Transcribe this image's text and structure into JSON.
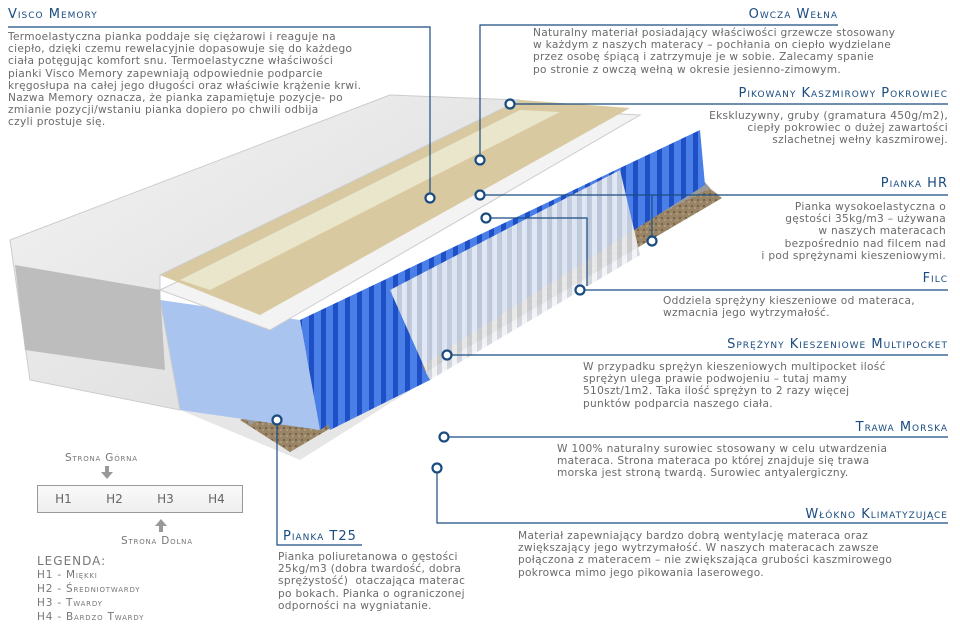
{
  "sections": {
    "visco": {
      "title": "Visco Memory",
      "text": "Termoelastyczna pianka poddaje się ciężarowi i reaguje na\nciepło, dzięki czemu rewelacyjnie dopasowuje się do każdego\nciała potęgując komfort snu. Termoelastyczne właściwości\npianki Visco Memory zapewniają odpowiednie podparcie\nkręgosłupa na całej jego długości oraz właściwie krążenie krwi.\nNazwa Memory oznacza, że pianka zapamiętuje pozycje- po\nzmianie pozycji/wstaniu pianka dopiero po chwili odbija\nczyli prostuje się."
    },
    "owcza": {
      "title": "Owcza Wełna",
      "text": "Naturalny materiał posiadający właściwości grzewcze stosowany\nw każdym z naszych materacy – pochłania on ciepło wydzielane\nprzez osobę śpiącą i zatrzymuje je w sobie. Zalecamy spanie\npo stronie z owczą wełną w okresie jesienno-zimowym."
    },
    "pokrowiec": {
      "title": "Pikowany Kaszmirowy Pokrowiec",
      "text": "Ekskluzywny, gruby (gramatura 450g/m2),\nciepły pokrowiec o dużej zawartości\nszlachetnej wełny kaszmirowej."
    },
    "hr": {
      "title": "Pianka HR",
      "text": "Pianka wysokoelastyczna o\ngęstości 35kg/m3 – używana\nw naszych materacach\nbezpośrednio nad filcem nad\ni pod sprężynami kieszeniowymi."
    },
    "filc": {
      "title": "Filc",
      "text": "Oddziela sprężyny kieszeniowe od materaca,\nwzmacnia jego wytrzymałość."
    },
    "sprezyny": {
      "title": "Sprężyny Kieszeniowe Multipocket",
      "text": "W przypadku sprężyn kieszeniowych multipocket ilość\nsprężyn ulega prawie podwojeniu – tutaj mamy\n510szt/1m2. Taka ilość sprężyn to 2 razy więcej\npunktów podparcia naszego ciała."
    },
    "trawa": {
      "title": "Trawa Morska",
      "text": "W 100% naturalny surowiec stosowany w celu utwardzenia\nmateraca. Strona materaca po której znajduje się trawa\nmorska jest stroną twardą. Surowiec antyalergiczny."
    },
    "wlokno": {
      "title": "Włókno Klimatyzujące",
      "text": "Materiał zapewniający bardzo dobrą wentylację materaca oraz\nzwiększający jego wytrzymałość. W naszych materacach zawsze\npołączona z materacem – nie zwiększająca grubości kaszmirowego\npokrowca mimo jego pikowania laserowego."
    },
    "t25": {
      "title": "Pianka T25",
      "text": "Pianka poliuretanowa o gęstości\n25kg/m3 (dobra twardość, dobra\nsprężystość)  otaczająca materac\npo bokach. Pianka o ograniczonej\nodporności na wygniatanie."
    }
  },
  "legend": {
    "top_side": "Strona Górna",
    "bottom_side": "Strona Dolna",
    "scale": [
      "H1",
      "H2",
      "H3",
      "H4"
    ],
    "title": "LEGENDA:",
    "items": [
      "H1 - Miękki",
      "H2 - Średniotwardy",
      "H3 - Twardy",
      "H4 - Bardzo Twardy"
    ]
  },
  "colors": {
    "accent": "#1a4c80",
    "spring": "#2a5fd0"
  }
}
